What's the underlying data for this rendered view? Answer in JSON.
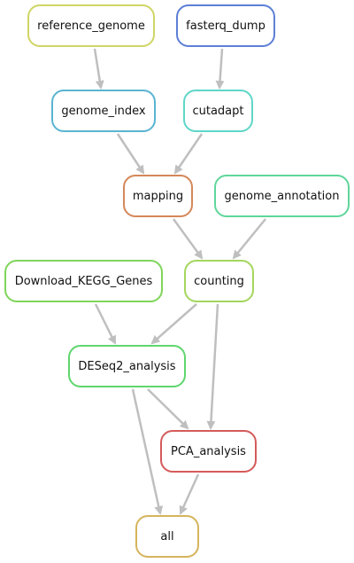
{
  "nodes": [
    {
      "id": "reference_genome",
      "label": "reference_genome",
      "color": "#d0d565"
    },
    {
      "id": "fasterq_dump",
      "label": "fasterq_dump",
      "color": "#5d7fd6"
    },
    {
      "id": "genome_index",
      "label": "genome_index",
      "color": "#5ab4d2"
    },
    {
      "id": "cutadapt",
      "label": "cutadapt",
      "color": "#5fd6c8"
    },
    {
      "id": "mapping",
      "label": "mapping",
      "color": "#d5875a"
    },
    {
      "id": "genome_annotation",
      "label": "genome_annotation",
      "color": "#5fd69b"
    },
    {
      "id": "Download_KEGG_Genes",
      "label": "Download_KEGG_Genes",
      "color": "#7fd55a"
    },
    {
      "id": "counting",
      "label": "counting",
      "color": "#a4d65d"
    },
    {
      "id": "DESeq2_analysis",
      "label": "DESeq2_analysis",
      "color": "#5fd66e"
    },
    {
      "id": "PCA_analysis",
      "label": "PCA_analysis",
      "color": "#d55a5a"
    },
    {
      "id": "all",
      "label": "all",
      "color": "#d6b45d"
    }
  ],
  "edges": [
    {
      "from": "reference_genome",
      "to": "genome_index"
    },
    {
      "from": "fasterq_dump",
      "to": "cutadapt"
    },
    {
      "from": "genome_index",
      "to": "mapping"
    },
    {
      "from": "cutadapt",
      "to": "mapping"
    },
    {
      "from": "mapping",
      "to": "counting"
    },
    {
      "from": "genome_annotation",
      "to": "counting"
    },
    {
      "from": "Download_KEGG_Genes",
      "to": "DESeq2_analysis"
    },
    {
      "from": "counting",
      "to": "DESeq2_analysis"
    },
    {
      "from": "counting",
      "to": "PCA_analysis"
    },
    {
      "from": "DESeq2_analysis",
      "to": "PCA_analysis"
    },
    {
      "from": "DESeq2_analysis",
      "to": "all"
    },
    {
      "from": "PCA_analysis",
      "to": "all"
    }
  ],
  "edge_color": "#bfbfbf"
}
